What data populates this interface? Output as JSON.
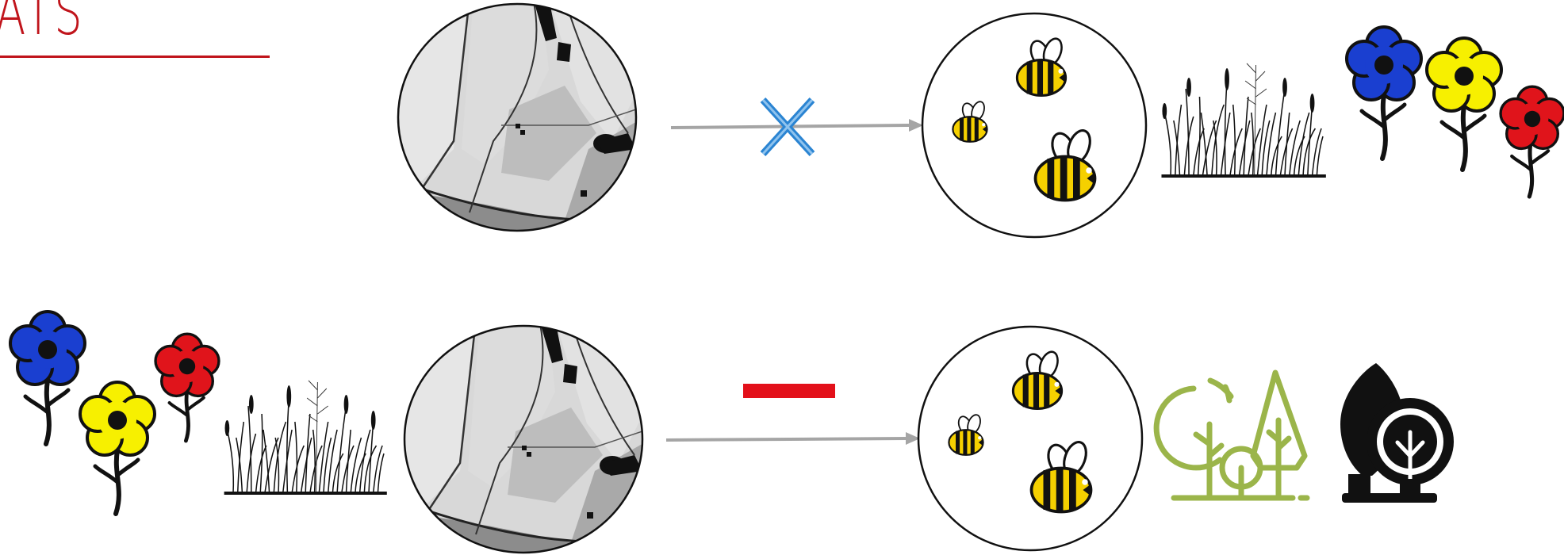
{
  "title": "ATS",
  "colors": {
    "accent_red": "#c0141b",
    "cross_blue": "#2a84d2",
    "dash_red": "#e3101a",
    "arrow_gray": "#a5a5a5",
    "tree_green": "#9bb54a",
    "bee_yellow": "#f5d000",
    "flower_blue": "#1a3fd0",
    "flower_yellow": "#f7f000",
    "flower_red": "#e0141b"
  },
  "rows": [
    {
      "left_icons": [],
      "landscape": "aerial-landscape-map",
      "effect_symbol": "cross",
      "pollinators": "bees",
      "right_icons": [
        "grass",
        "flowers"
      ]
    },
    {
      "left_icons": [
        "flowers",
        "grass"
      ],
      "landscape": "aerial-landscape-map",
      "effect_symbol": "minus",
      "pollinators": "bees",
      "right_icons": [
        "green-trees",
        "black-tree"
      ]
    }
  ]
}
